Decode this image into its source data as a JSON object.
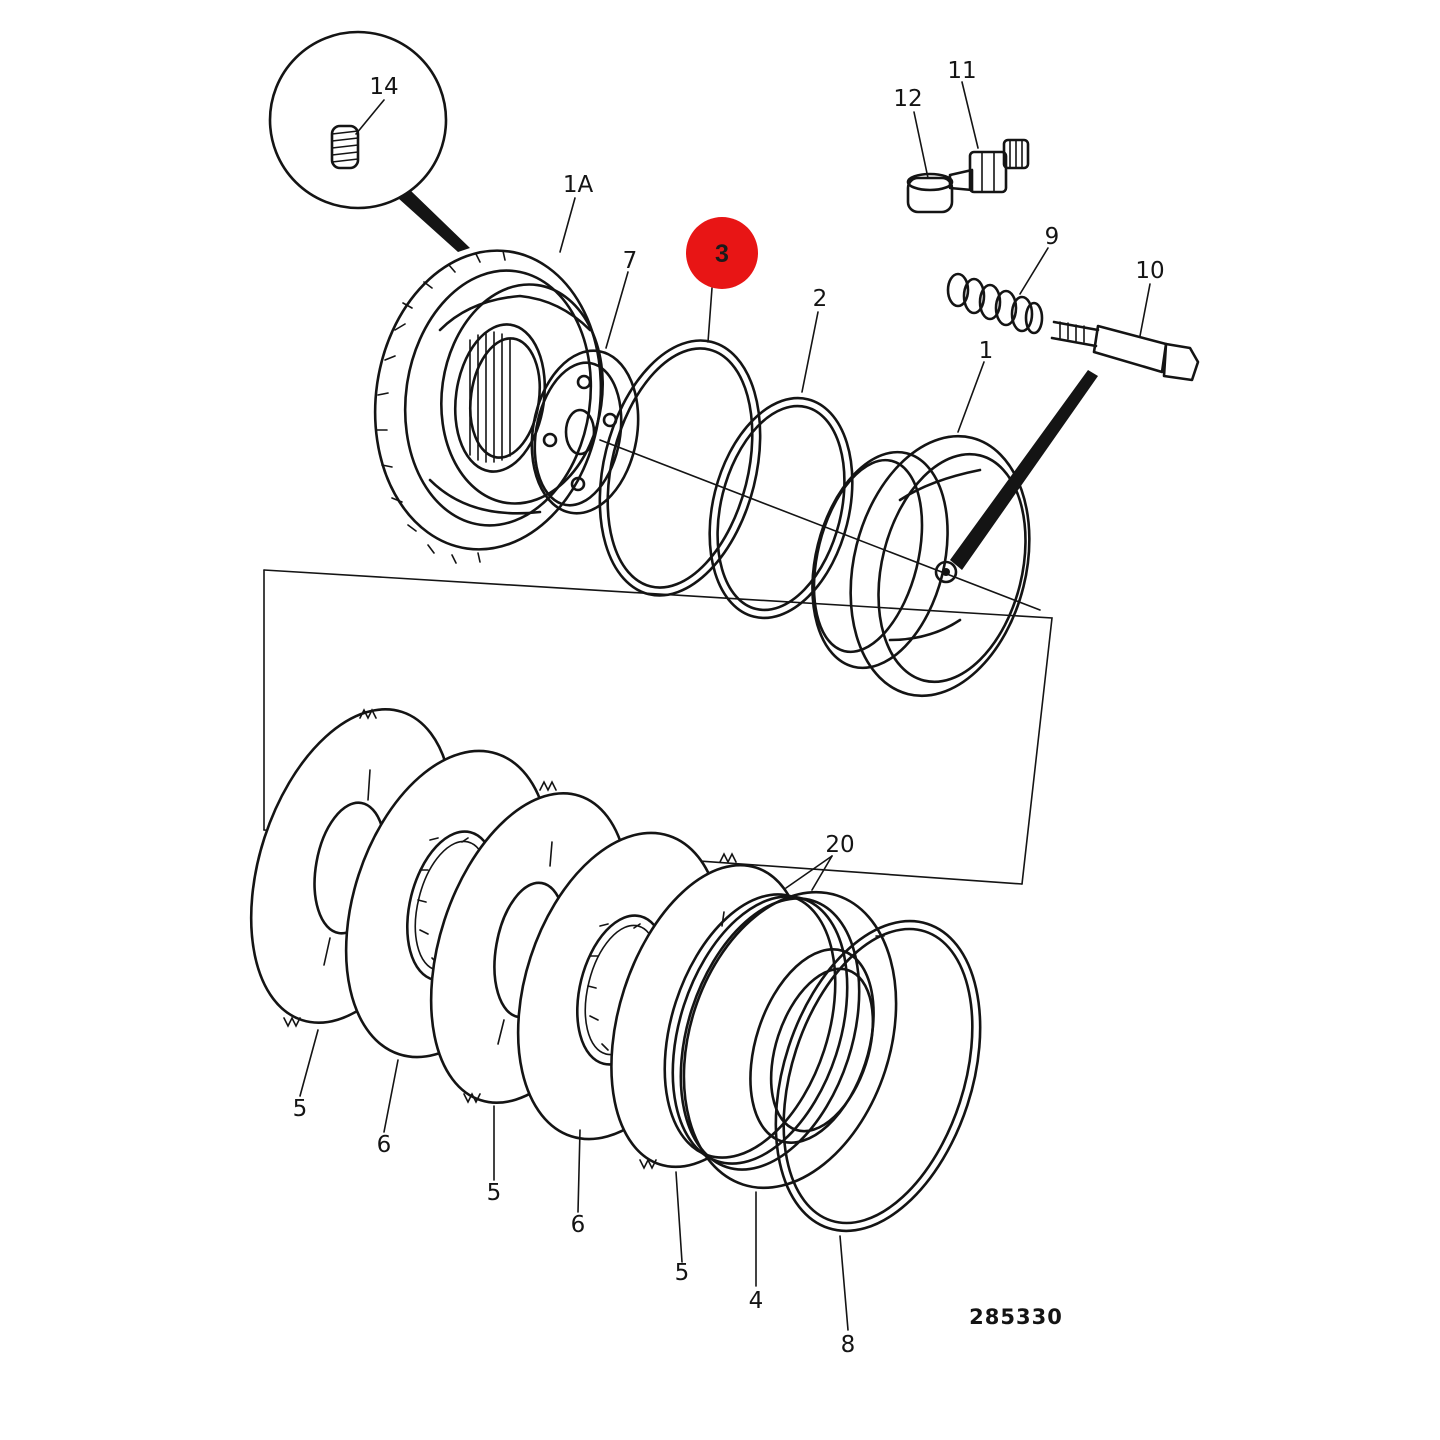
{
  "figure": {
    "drawing_number": "285330",
    "highlighted_callout": "3",
    "highlight_color": "#e81515",
    "callouts": [
      "14",
      "1A",
      "7",
      "3",
      "2",
      "1",
      "12",
      "11",
      "9",
      "10",
      "20",
      "5",
      "6",
      "5",
      "6",
      "5",
      "4",
      "8"
    ]
  }
}
